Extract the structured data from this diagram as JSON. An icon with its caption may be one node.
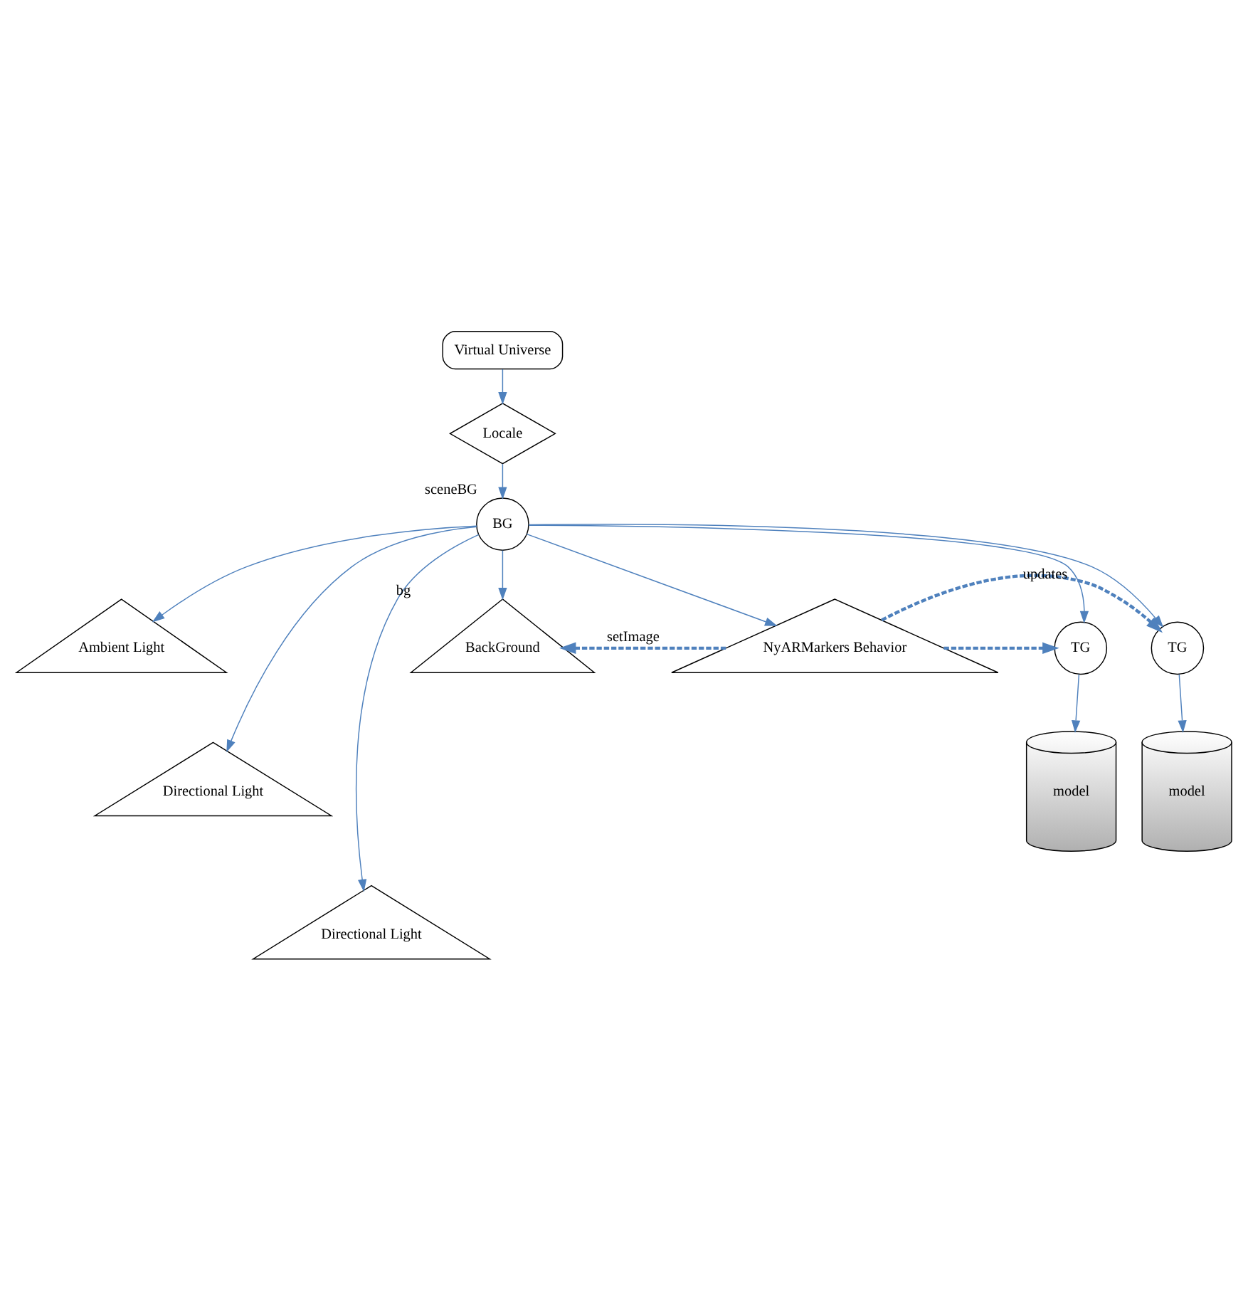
{
  "diagram": {
    "nodes": [
      {
        "text": [
          "Virtual Universe"
        ]
      },
      {
        "text": [
          "Locale"
        ]
      },
      {
        "text": [
          "BG"
        ],
        "beside": [
          "sceneBG"
        ]
      },
      {
        "text": [
          "Ambient Light"
        ]
      },
      {
        "text": [
          "Directional Light"
        ]
      },
      {
        "text": [
          "Directional Light"
        ]
      },
      {
        "text": [
          "BackGround"
        ],
        "beside": [
          "bg"
        ]
      },
      {
        "text": [
          "NyARMarkers Behavior"
        ]
      },
      {
        "text": [
          "TG"
        ]
      },
      {
        "text": [
          "TG"
        ]
      },
      {
        "text": [
          "model"
        ]
      },
      {
        "text": [
          "model"
        ]
      }
    ],
    "edges": [
      {
        "from": 0,
        "to": 1,
        "arrow": "to"
      },
      {
        "from": 1,
        "to": 2,
        "arrow": "to"
      },
      {
        "from": 2,
        "to": 3,
        "arrow": "to"
      },
      {
        "from": 2,
        "to": 4,
        "arrow": "to"
      },
      {
        "from": 2,
        "to": 5,
        "arrow": "to"
      },
      {
        "from": 2,
        "to": 6,
        "arrow": "to"
      },
      {
        "from": 2,
        "to": 7,
        "arrow": "to"
      },
      {
        "from": 2,
        "to": 8,
        "arrow": "to"
      },
      {
        "from": 2,
        "to": 9,
        "arrow": "to"
      },
      {
        "from": 7,
        "to": 6,
        "arrow": "to",
        "style": "dashed",
        "label": "setImage"
      },
      {
        "from": 7,
        "to": 8,
        "arrow": "to",
        "style": "dashed"
      },
      {
        "from": 7,
        "to": 9,
        "arrow": "to",
        "style": "dashed",
        "label": "updates"
      },
      {
        "from": 8,
        "to": 10,
        "arrow": "to"
      },
      {
        "from": 9,
        "to": 11,
        "arrow": "to"
      }
    ]
  }
}
